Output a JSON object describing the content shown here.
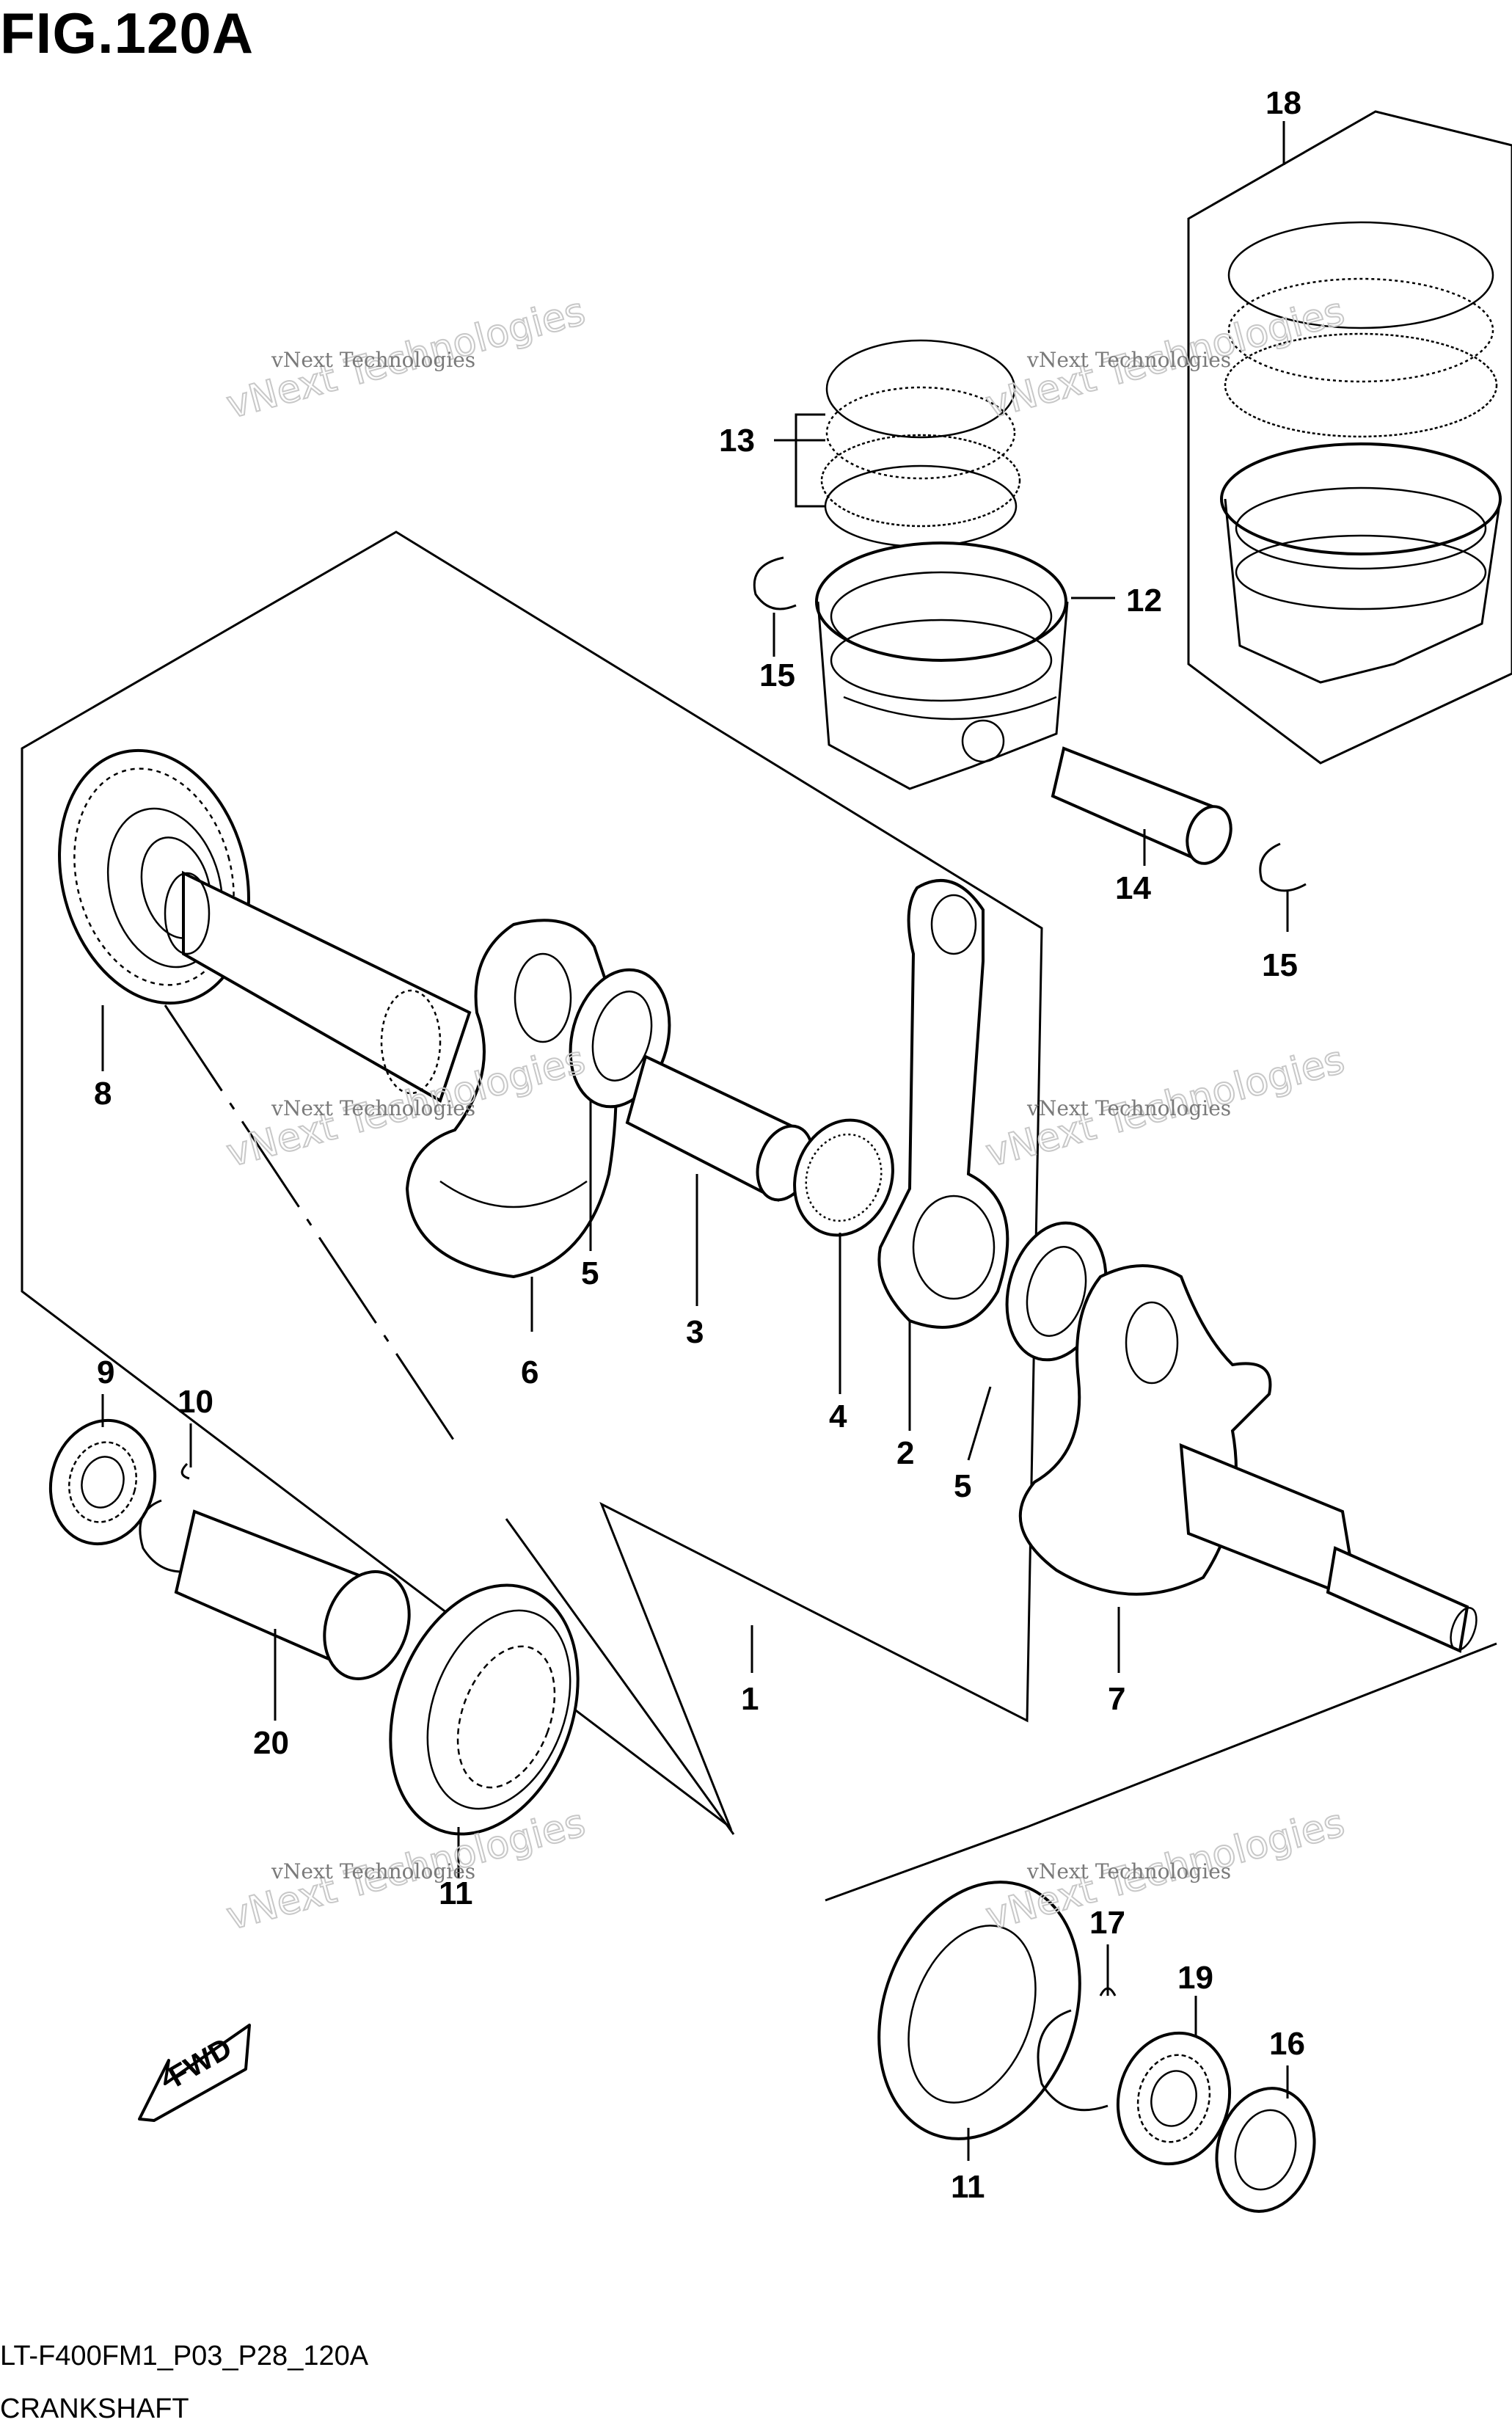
{
  "figure": {
    "title": "FIG.120A",
    "code": "LT-F400FM1_P03_P28_120A",
    "name": "CRANKSHAFT"
  },
  "watermark": {
    "line1": "vNext Technologies",
    "line2": "vNext Technologies"
  },
  "fwd_label": "FWD",
  "callouts": [
    "18",
    "13",
    "12",
    "15",
    "14",
    "15",
    "8",
    "5",
    "3",
    "6",
    "4",
    "2",
    "5",
    "9",
    "10",
    "20",
    "1",
    "7",
    "11",
    "17",
    "19",
    "16",
    "11"
  ]
}
